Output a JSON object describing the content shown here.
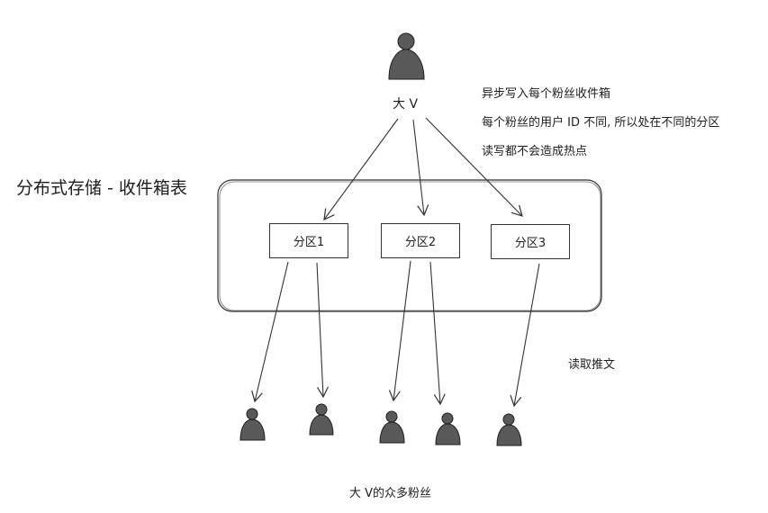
{
  "title": "分布式存储 - 收件箱表",
  "big_v_label": "大 V",
  "notes": [
    "异步写入每个粉丝收件箱",
    "每个粉丝的用户 ID 不同, 所以处在不同的分区",
    "读写都不会造成热点"
  ],
  "partitions": [
    "分区1",
    "分区2",
    "分区3"
  ],
  "read_label": "读取推文",
  "fans_label": "大 V的众多粉丝",
  "icons": {
    "big_v": "user-icon",
    "fan": "user-icon"
  },
  "colors": {
    "stroke": "#333333",
    "person_fill": "#595959",
    "text": "#1e1e1e",
    "background": "#ffffff"
  }
}
